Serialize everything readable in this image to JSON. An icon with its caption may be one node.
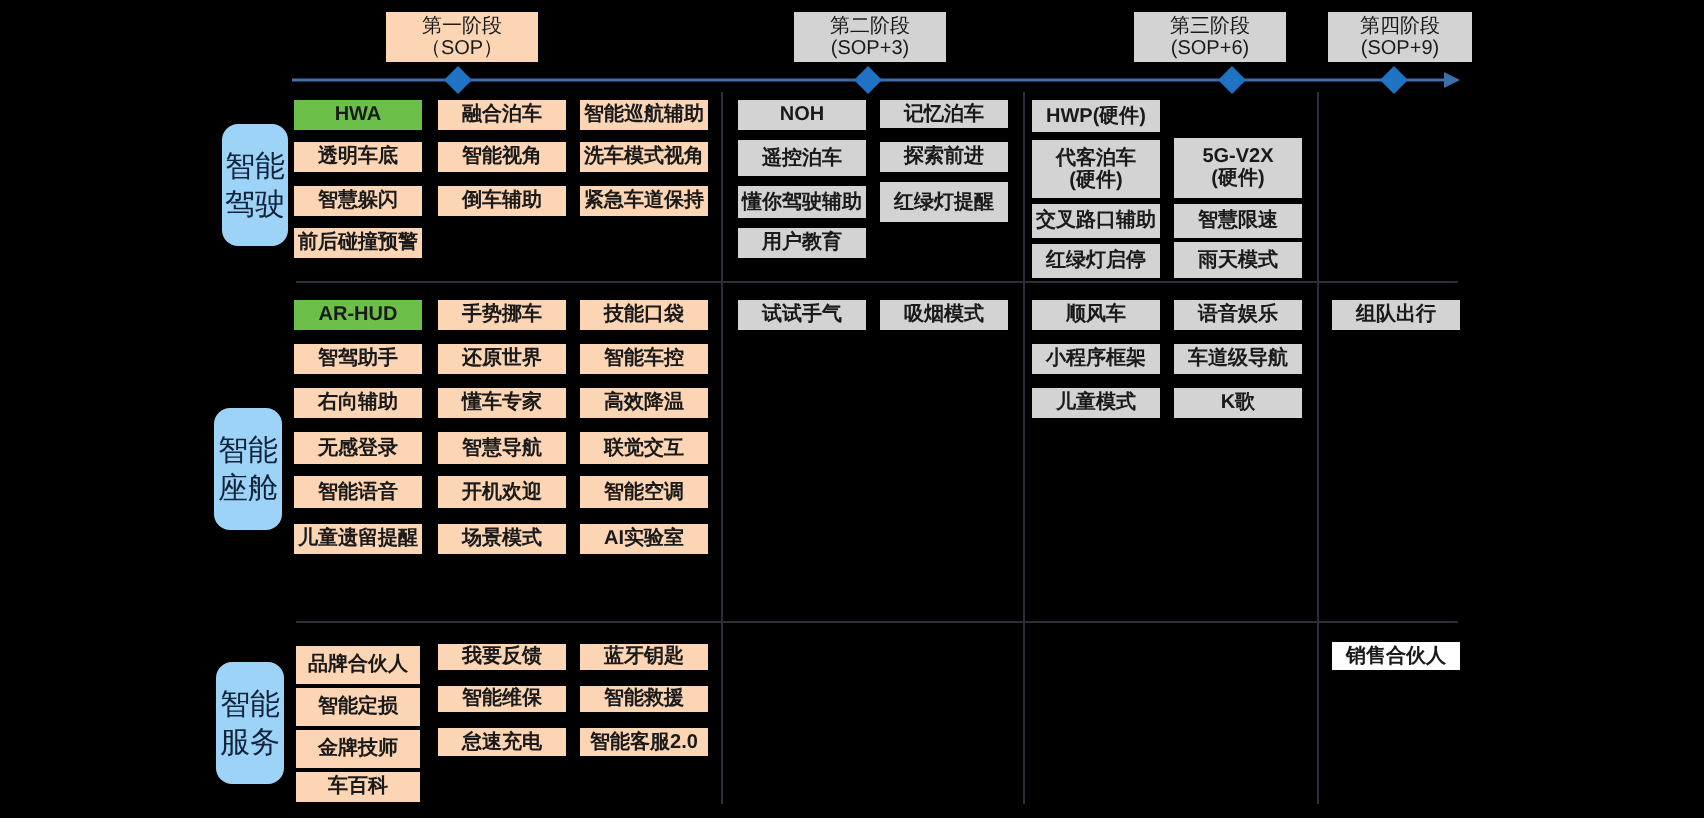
{
  "diagram": {
    "nodes": [
      {
        "text": [
          "第一阶段（SOP）"
        ]
      },
      {
        "text": [
          "第二阶段(SOP+3)"
        ]
      },
      {
        "text": [
          "第三阶段(SOP+6)"
        ]
      },
      {
        "text": [
          "第四阶段(SOP+9)"
        ]
      },
      {
        "text": [
          "智能驾驶"
        ]
      },
      {
        "text": [
          "HWA"
        ]
      },
      {
        "text": [
          "融合泊车"
        ]
      },
      {
        "text": [
          "智能巡航辅助"
        ]
      },
      {
        "text": [
          "透明车底"
        ]
      },
      {
        "text": [
          "智能视角"
        ]
      },
      {
        "text": [
          "洗车模式视角"
        ]
      },
      {
        "text": [
          "智慧躲闪"
        ]
      },
      {
        "text": [
          "倒车辅助"
        ]
      },
      {
        "text": [
          "紧急车道保持"
        ]
      },
      {
        "text": [
          "前后碰撞预警"
        ]
      },
      {
        "text": [
          "NOH"
        ]
      },
      {
        "text": [
          "记忆泊车"
        ]
      },
      {
        "text": [
          "遥控泊车"
        ]
      },
      {
        "text": [
          "探索前进"
        ]
      },
      {
        "text": [
          "懂你驾驶辅助"
        ]
      },
      {
        "text": [
          "红绿灯提醒"
        ]
      },
      {
        "text": [
          "用户教育"
        ]
      },
      {
        "text": [
          "HWP(硬件)"
        ]
      },
      {
        "text": [
          "代客泊车(硬件)"
        ]
      },
      {
        "text": [
          "5G-V2X(硬件)"
        ]
      },
      {
        "text": [
          "交叉路口辅助"
        ]
      },
      {
        "text": [
          "智慧限速"
        ]
      },
      {
        "text": [
          "红绿灯启停"
        ]
      },
      {
        "text": [
          "雨天模式"
        ]
      },
      {
        "text": [
          "智能座舱"
        ]
      },
      {
        "text": [
          "AR-HUD"
        ]
      },
      {
        "text": [
          "手势挪车"
        ]
      },
      {
        "text": [
          "技能口袋"
        ]
      },
      {
        "text": [
          "智驾助手"
        ]
      },
      {
        "text": [
          "还原世界"
        ]
      },
      {
        "text": [
          "智能车控"
        ]
      },
      {
        "text": [
          "右向辅助"
        ]
      },
      {
        "text": [
          "懂车专家"
        ]
      },
      {
        "text": [
          "高效降温"
        ]
      },
      {
        "text": [
          "无感登录"
        ]
      },
      {
        "text": [
          "智慧导航"
        ]
      },
      {
        "text": [
          "联觉交互"
        ]
      },
      {
        "text": [
          "智能语音"
        ]
      },
      {
        "text": [
          "开机欢迎"
        ]
      },
      {
        "text": [
          "智能空调"
        ]
      },
      {
        "text": [
          "儿童遗留提醒"
        ]
      },
      {
        "text": [
          "场景模式"
        ]
      },
      {
        "text": [
          "AI实验室"
        ]
      },
      {
        "text": [
          "试试手气"
        ]
      },
      {
        "text": [
          "吸烟模式"
        ]
      },
      {
        "text": [
          "顺风车"
        ]
      },
      {
        "text": [
          "语音娱乐"
        ]
      },
      {
        "text": [
          "组队出行"
        ]
      },
      {
        "text": [
          "小程序框架"
        ]
      },
      {
        "text": [
          "车道级导航"
        ]
      },
      {
        "text": [
          "儿童模式"
        ]
      },
      {
        "text": [
          "K歌"
        ]
      },
      {
        "text": [
          "智能服务"
        ]
      },
      {
        "text": [
          "品牌合伙人"
        ]
      },
      {
        "text": [
          "我要反馈"
        ]
      },
      {
        "text": [
          "蓝牙钥匙"
        ]
      },
      {
        "text": [
          "智能定损"
        ]
      },
      {
        "text": [
          "智能维保"
        ]
      },
      {
        "text": [
          "智能救援"
        ]
      },
      {
        "text": [
          "金牌技师"
        ]
      },
      {
        "text": [
          "怠速充电"
        ]
      },
      {
        "text": [
          "智能客服2.0"
        ]
      },
      {
        "text": [
          "车百科"
        ]
      },
      {
        "text": [
          "销售合伙人"
        ]
      }
    ]
  }
}
